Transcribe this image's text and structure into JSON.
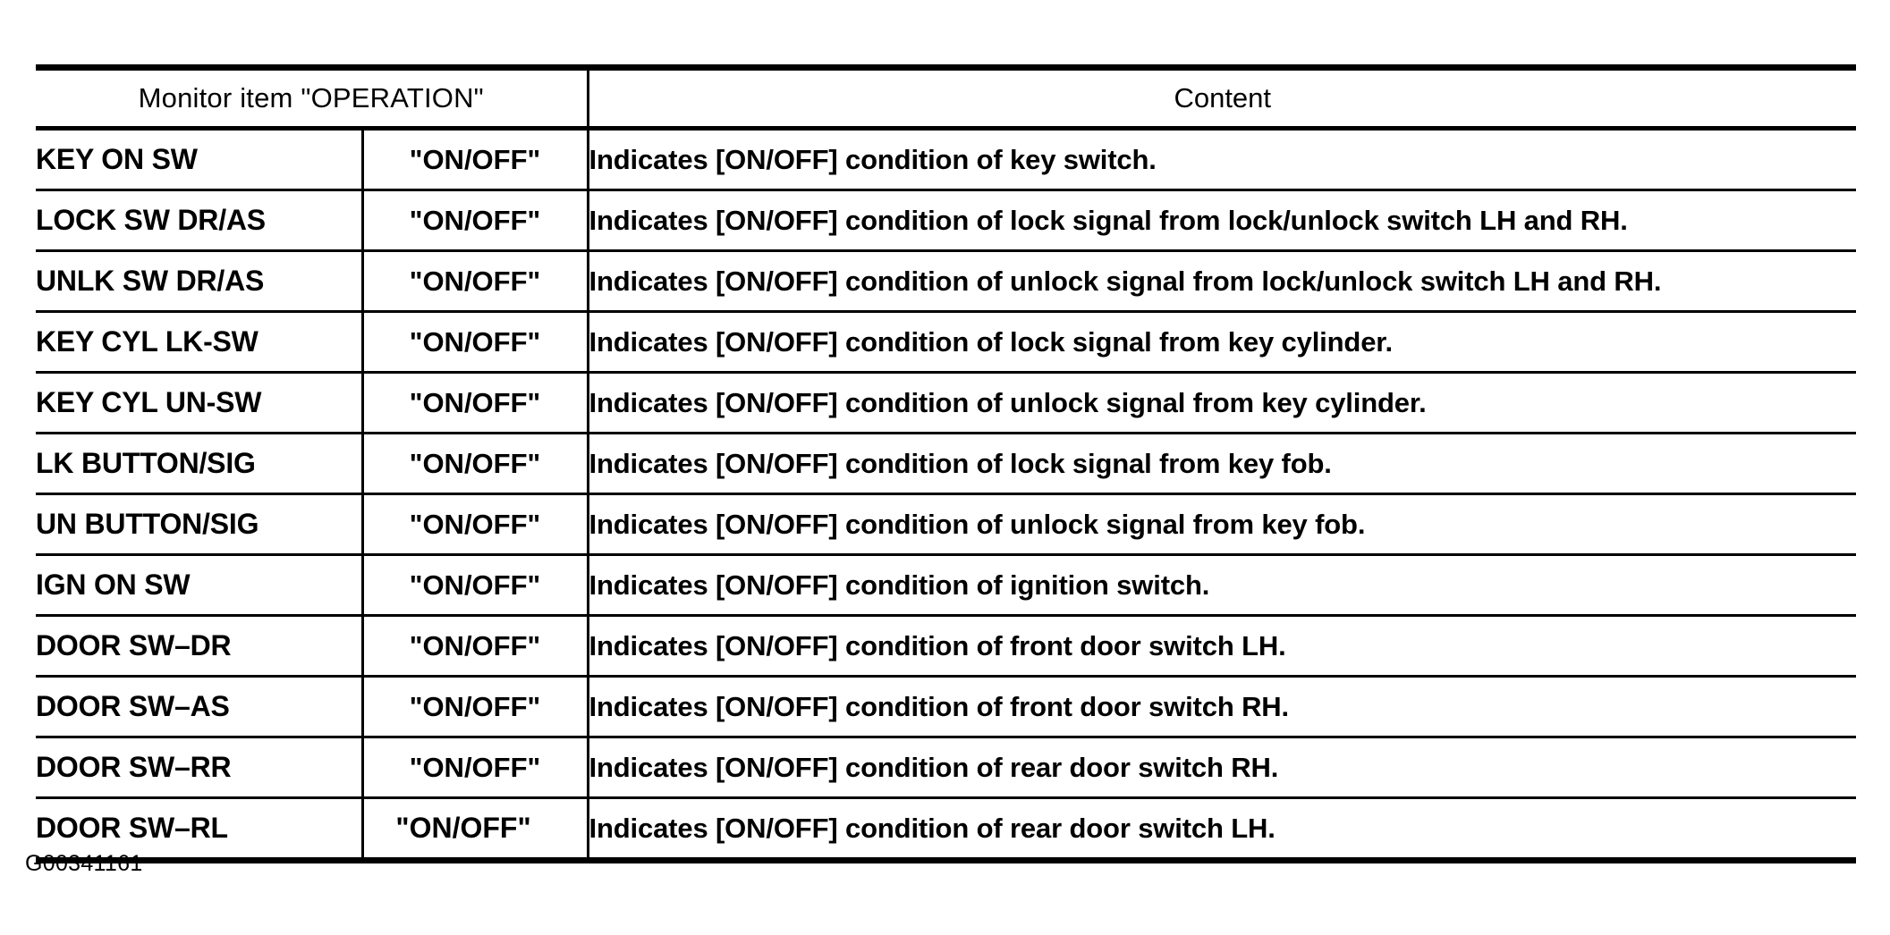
{
  "table": {
    "headers": {
      "operation": "Monitor item \"OPERATION\"",
      "content": "Content"
    },
    "rows": [
      {
        "item": "KEY ON SW",
        "state": "\"ON/OFF\"",
        "content": "Indicates [ON/OFF] condition of key switch."
      },
      {
        "item": "LOCK SW DR/AS",
        "state": "\"ON/OFF\"",
        "content": "Indicates [ON/OFF] condition of lock signal from lock/unlock switch LH and RH."
      },
      {
        "item": "UNLK SW DR/AS",
        "state": "\"ON/OFF\"",
        "content": "Indicates [ON/OFF] condition of unlock signal from lock/unlock switch LH and RH."
      },
      {
        "item": "KEY CYL LK-SW",
        "state": "\"ON/OFF\"",
        "content": "Indicates [ON/OFF] condition of lock signal from key cylinder."
      },
      {
        "item": "KEY CYL UN-SW",
        "state": "\"ON/OFF\"",
        "content": "Indicates [ON/OFF] condition of unlock signal from key cylinder."
      },
      {
        "item": "LK BUTTON/SIG",
        "state": "\"ON/OFF\"",
        "content": "Indicates [ON/OFF] condition of lock signal from key fob."
      },
      {
        "item": "UN BUTTON/SIG",
        "state": "\"ON/OFF\"",
        "content": "Indicates [ON/OFF] condition of unlock signal from key fob."
      },
      {
        "item": "IGN ON SW",
        "state": "\"ON/OFF\"",
        "content": "Indicates [ON/OFF] condition of ignition switch."
      },
      {
        "item": "DOOR SW–DR",
        "state": "\"ON/OFF\"",
        "content": "Indicates [ON/OFF] condition of front door switch LH."
      },
      {
        "item": "DOOR SW–AS",
        "state": "\"ON/OFF\"",
        "content": "Indicates [ON/OFF] condition of front door switch RH."
      },
      {
        "item": "DOOR SW–RR",
        "state": "\"ON/OFF\"",
        "content": "Indicates [ON/OFF] condition of rear door switch RH."
      },
      {
        "item": "DOOR SW–RL",
        "state": "\"ON/OFF\"",
        "content": "Indicates [ON/OFF] condition of rear door switch LH."
      }
    ]
  },
  "figure_id": "G00341161",
  "colors": {
    "rule": "#000000",
    "text": "#000000",
    "background": "#ffffff"
  }
}
